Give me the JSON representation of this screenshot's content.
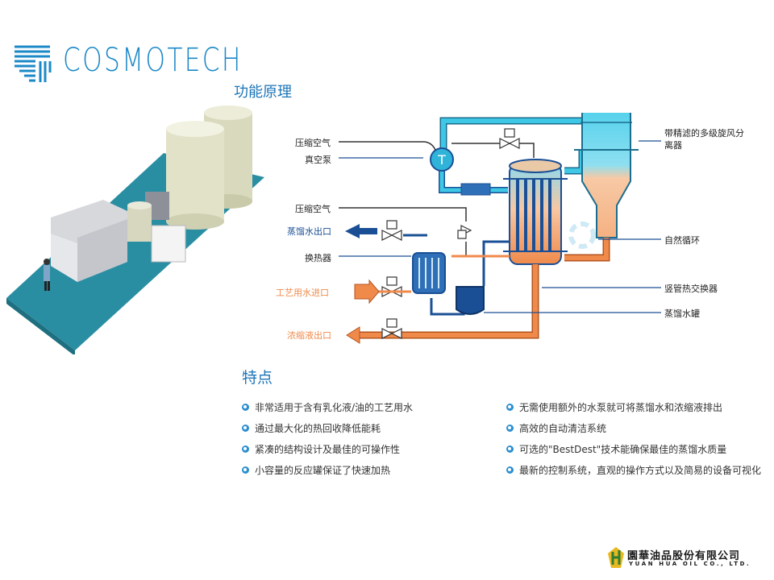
{
  "brand": {
    "logo_text": "COSMOTECH",
    "logo_icon": "cosmotech-stripe-logo-icon"
  },
  "section_title": "功能原理",
  "diagram": {
    "labels_left": {
      "compressed_air_1": "压缩空气",
      "vacuum_pump": "真空泵",
      "compressed_air_2": "压缩空气",
      "distillate_out": "蒸馏水出口",
      "heat_exchanger": "换热器",
      "process_water_in": "工艺用水进口",
      "concentrate_out": "浓缩液出口"
    },
    "labels_right": {
      "cyclone": "带精滤的多级旋风分离器",
      "natural_circulation": "自然循环",
      "vertical_tube_hx": "竖管热交换器",
      "distillate_tank": "蒸馏水罐"
    },
    "colors": {
      "blue": "#1a4f95",
      "cyan": "#3ec8e6",
      "orange": "#f08a4b",
      "dark": "#333333"
    }
  },
  "features": {
    "title": "特点",
    "left": [
      "非常适用于含有乳化液/油的工艺用水",
      "通过最大化的热回收降低能耗",
      "紧凑的结构设计及最佳的可操作性",
      "小容量的反应罐保证了快速加热"
    ],
    "right": [
      "无需使用额外的水泵就可将蒸馏水和浓缩液排出",
      "高效的自动清洁系统",
      "可选的\"BestDest\"技术能确保最佳的蒸馏水质量",
      "最新的控制系统，直观的操作方式以及简易的设备可视化"
    ]
  },
  "footer": {
    "company_cn": "園華油品股份有限公司",
    "company_en": "YUAN HUA OIL CO., LTD."
  }
}
